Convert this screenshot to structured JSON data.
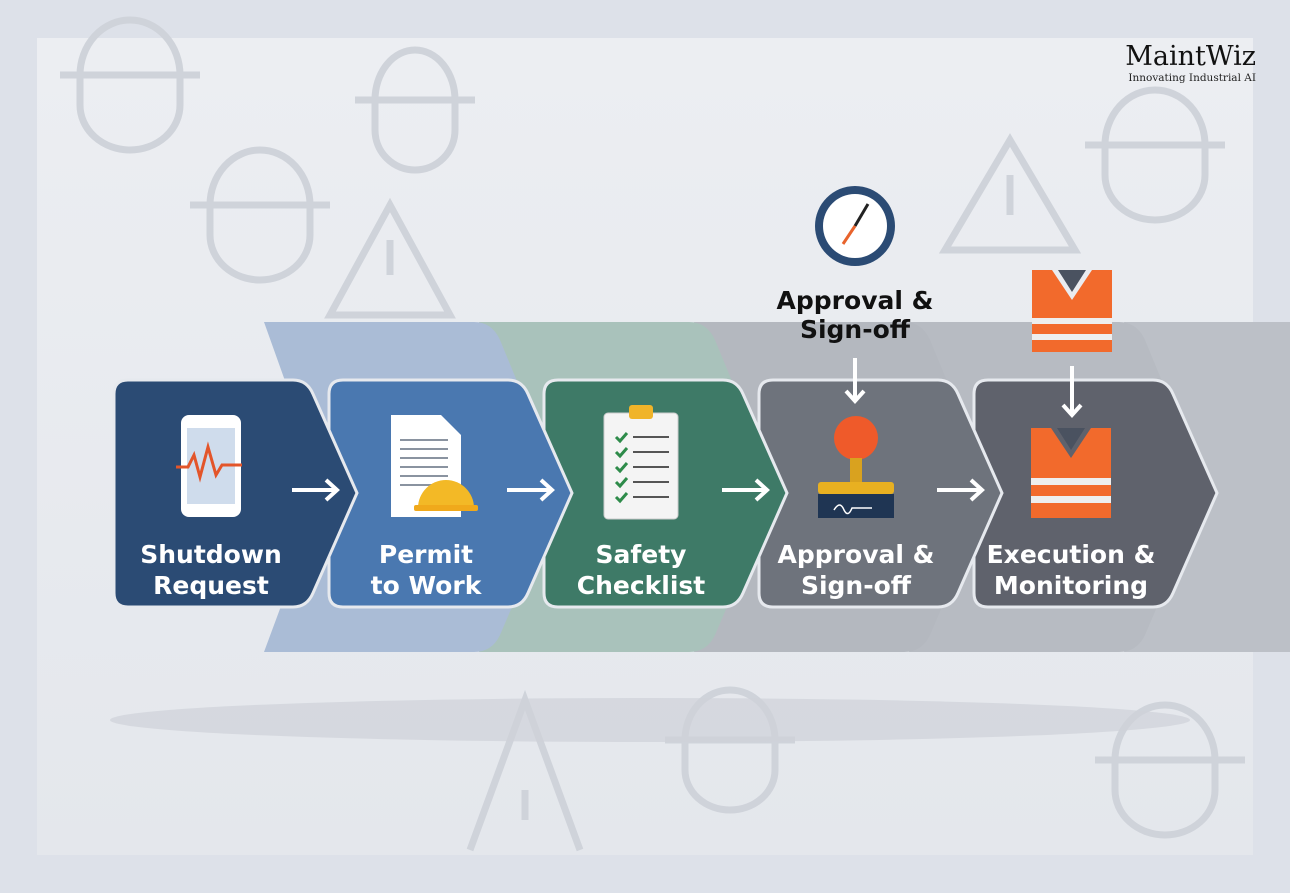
{
  "brand": {
    "name": "MaintWiz",
    "tagline": "Innovating Industrial AI"
  },
  "steps": [
    {
      "line1": "Shutdown",
      "line2": "Request",
      "icon": "phone-pulse-icon",
      "color": "#2b4b74",
      "back": "#aabcd6"
    },
    {
      "line1": "Permit",
      "line2": "to Work",
      "icon": "document-hardhat-icon",
      "color": "#4a78b0",
      "back": "#a9c2bb"
    },
    {
      "line1": "Safety",
      "line2": "Checklist",
      "icon": "clipboard-checklist-icon",
      "color": "#3e7a67",
      "back": "#b4b8bf"
    },
    {
      "line1": "Approval &",
      "line2": "Sign-off",
      "icon": "stamp-icon",
      "color": "#6e737c",
      "back": "#b7bbc2"
    },
    {
      "line1": "Execution &",
      "line2": "Monitoring",
      "icon": "safety-vest-icon",
      "color": "#5f626c",
      "back": "#bcc0c7"
    }
  ],
  "callouts": [
    {
      "line1": "Approval &",
      "line2": "Sign-off",
      "icon": "clock-icon"
    },
    {
      "icon": "safety-vest-icon"
    }
  ]
}
